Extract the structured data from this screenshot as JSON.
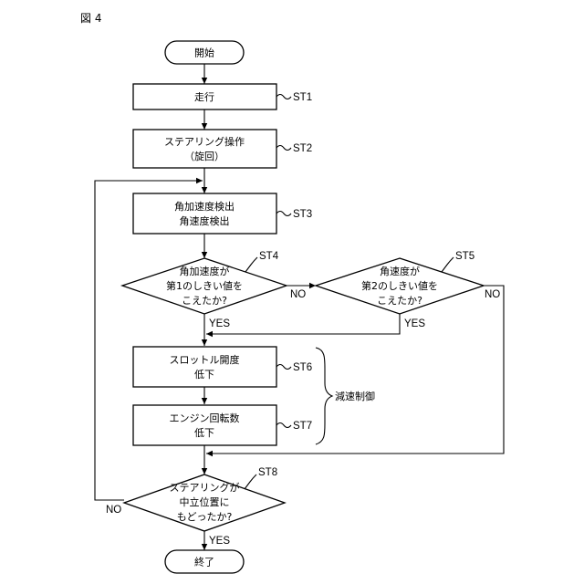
{
  "figure_label": "図 4",
  "nodes": {
    "start": "開始",
    "st1": "走行",
    "st2": [
      "ステアリング操作",
      "（旋回）"
    ],
    "st3": [
      "角加速度検出",
      "角速度検出"
    ],
    "st4": [
      "角加速度が",
      "第1のしきい値を",
      "こえたか?"
    ],
    "st5": [
      "角速度が",
      "第2のしきい値を",
      "こえたか?"
    ],
    "st6": [
      "スロットル開度",
      "低下"
    ],
    "st7": [
      "エンジン回転数",
      "低下"
    ],
    "st8": [
      "ステアリングが",
      "中立位置に",
      "もどったか?"
    ],
    "end": "終了"
  },
  "step_labels": {
    "st1": "ST1",
    "st2": "ST2",
    "st3": "ST3",
    "st4": "ST4",
    "st5": "ST5",
    "st6": "ST6",
    "st7": "ST7",
    "st8": "ST8"
  },
  "branch_labels": {
    "st4_no": "NO",
    "st4_yes": "YES",
    "st5_no": "NO",
    "st5_yes": "YES",
    "st8_no": "NO",
    "st8_yes": "YES"
  },
  "group_label": "減速制御"
}
